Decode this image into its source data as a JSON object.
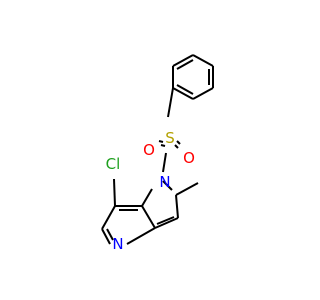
{
  "atoms": {
    "chlorine": "Cl",
    "sulfur": "S",
    "oxygen_left": "O",
    "oxygen_right": "O",
    "nitrogen_pyrrole": "N",
    "nitrogen_pyridine": "N"
  },
  "colors": {
    "bond": "#000000",
    "chlorine": "#1fa01f",
    "sulfur": "#b3a100",
    "oxygen": "#ff0000",
    "nitrogen": "#0000ff"
  }
}
